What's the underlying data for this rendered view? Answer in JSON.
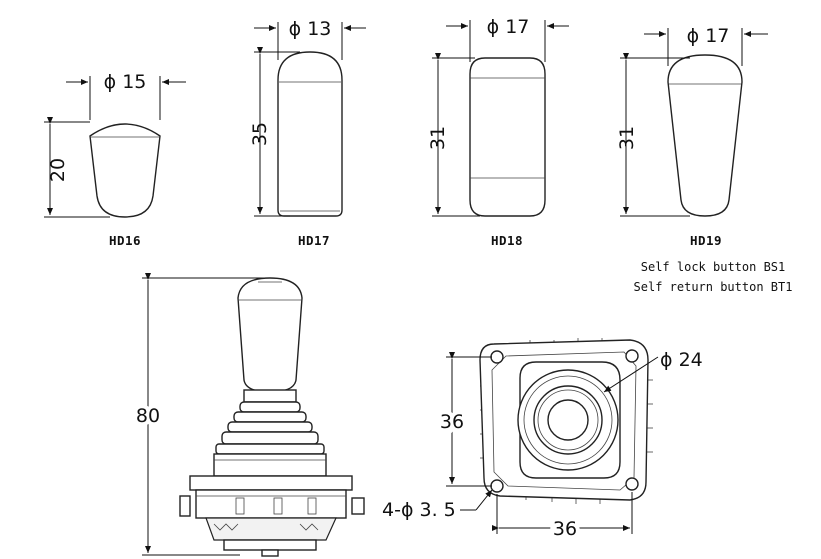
{
  "knobs": [
    {
      "model": "HD16",
      "height_label": "20",
      "diameter_label": "ϕ 15"
    },
    {
      "model": "HD17",
      "height_label": "35",
      "diameter_label": "ϕ 13"
    },
    {
      "model": "HD18",
      "height_label": "31",
      "diameter_label": "ϕ 17"
    },
    {
      "model": "HD19",
      "height_label": "31",
      "diameter_label": "ϕ 17"
    }
  ],
  "notes": [
    "Self lock button BS1",
    "Self return button BT1"
  ],
  "joystick": {
    "height_label": "80"
  },
  "base": {
    "diameter_label": "ϕ 24",
    "height_label": "36",
    "width_label": "36",
    "hole_label": "4-ϕ 3. 5"
  }
}
